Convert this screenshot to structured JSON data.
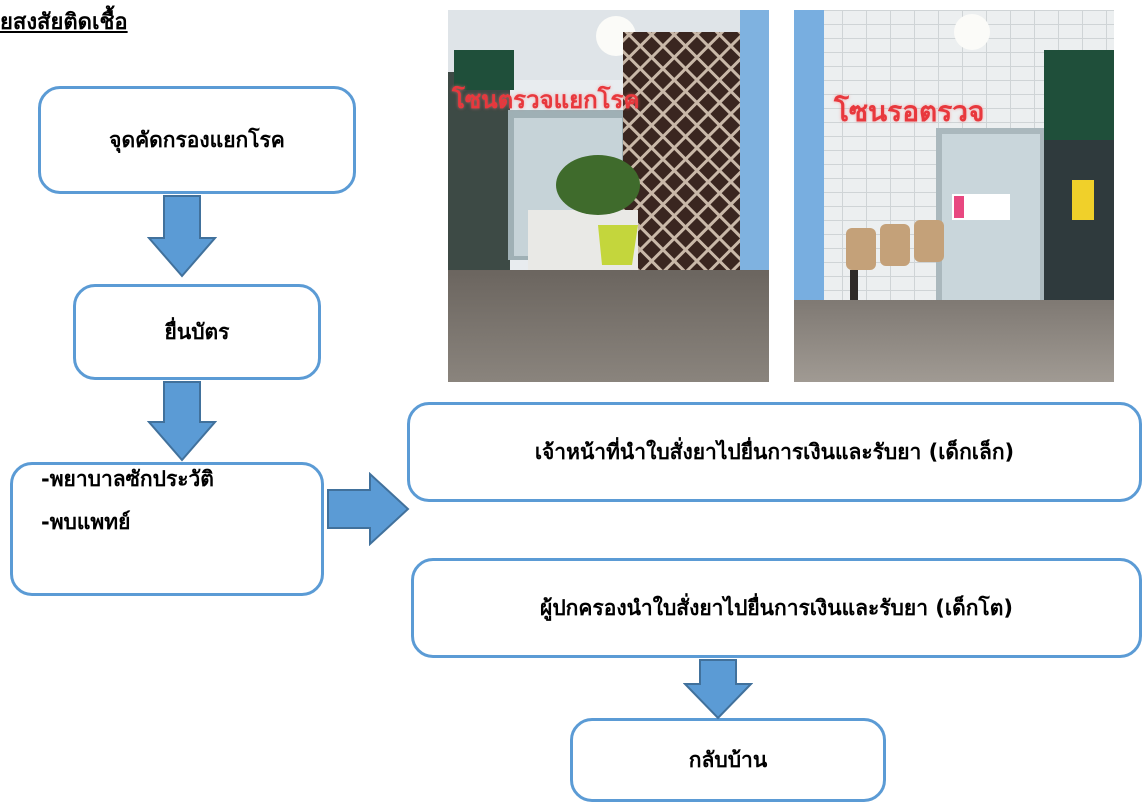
{
  "heading": "ยสงสัยติดเชื้อ",
  "nodes": {
    "screening": "จุดคัดกรองแยกโรค",
    "submit_card": "ยื่นบัตร",
    "nurse_history": "-พยาบาลซักประวัติ",
    "see_doctor": "-พบแพทย์",
    "staff_small_child": "เจ้าหน้าที่นำใบสั่งยาไปยื่นการเงินและรับยา (เด็กเล็ก)",
    "parent_older_child": "ผู้ปกครองนำใบสั่งยาไปยื่นการเงินและรับยา (เด็กโต)",
    "go_home": "กลับบ้าน"
  },
  "photos": {
    "left_sign": "โซนตรวจแยกโรค",
    "right_sign": "โซนรอตรวจ"
  },
  "colors": {
    "node_border": "#5b9bd5",
    "arrow_fill": "#5b9bd5",
    "arrow_stroke": "#41719c"
  }
}
